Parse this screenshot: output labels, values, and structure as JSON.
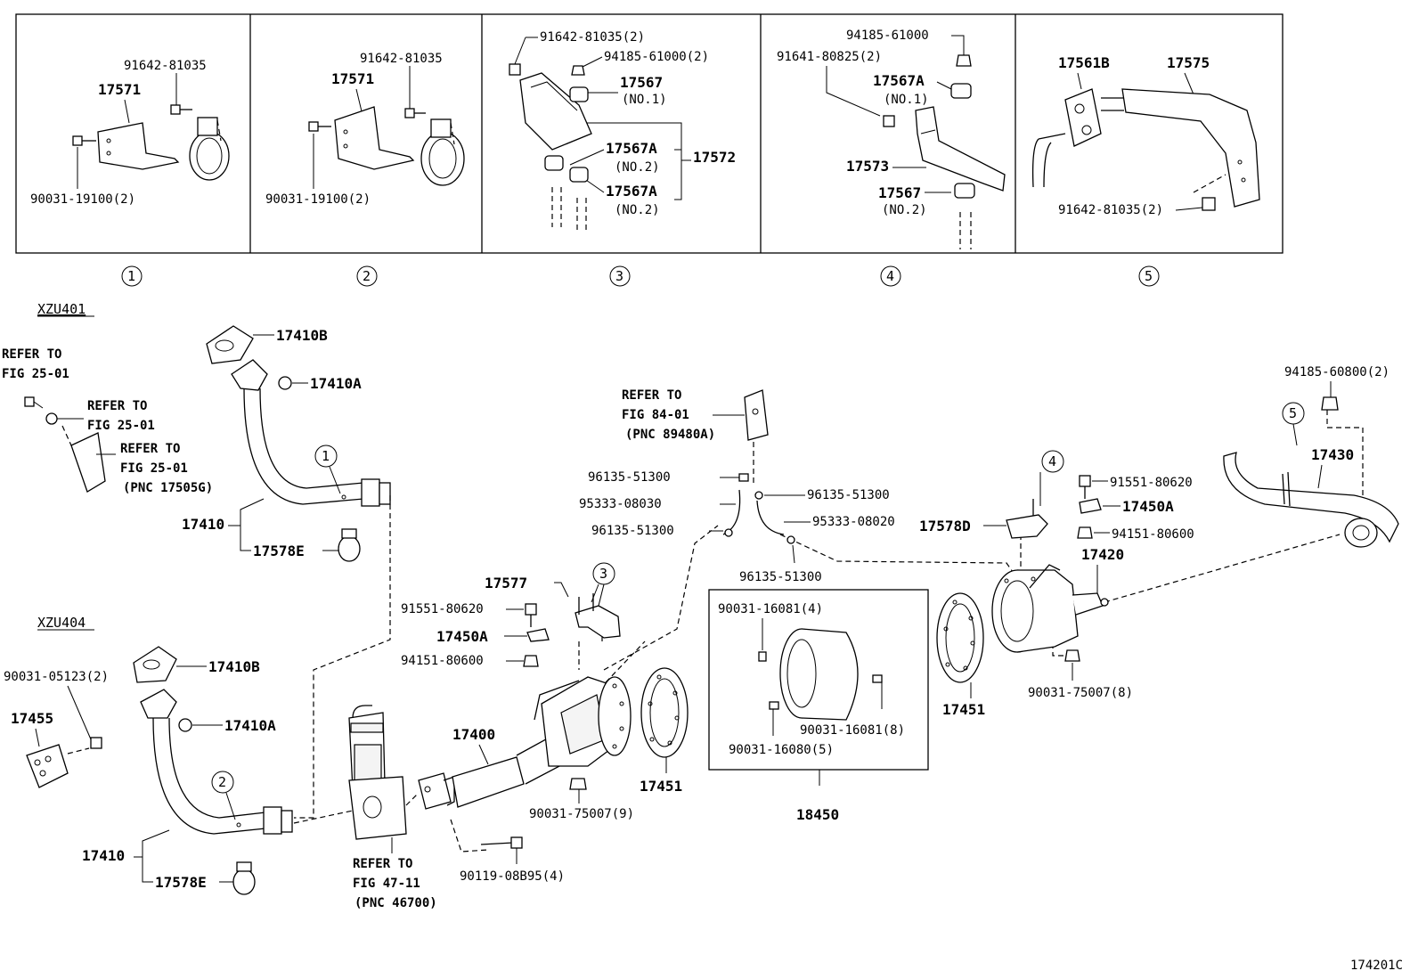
{
  "top_panels": [
    {
      "number": "1",
      "labels": [
        "91642-81035",
        "17571",
        "90031-19100(2)"
      ]
    },
    {
      "number": "2",
      "labels": [
        "91642-81035",
        "17571",
        "90031-19100(2)"
      ]
    },
    {
      "number": "3",
      "labels": [
        "91642-81035(2)",
        "94185-61000(2)",
        "17567",
        "(NO.1)",
        "17567A",
        "(NO.2)",
        "17572",
        "17567A",
        "(NO.2)"
      ]
    },
    {
      "number": "4",
      "labels": [
        "94185-61000",
        "91641-80825(2)",
        "17567A",
        "(NO.1)",
        "17573",
        "17567",
        "(NO.2)"
      ]
    },
    {
      "number": "5",
      "labels": [
        "17561B",
        "17575",
        "91642-81035(2)"
      ]
    }
  ],
  "variants": [
    "XZU401",
    "XZU404"
  ],
  "refer_notes": {
    "r1_l1": "REFER TO",
    "r1_l2": "FIG 25-01",
    "r2_l1": "REFER TO",
    "r2_l2": "FIG 25-01",
    "r3_l1": "REFER TO",
    "r3_l2": "FIG 25-01",
    "r3_l3": "(PNC 17505G)",
    "r4_l1": "REFER TO",
    "r4_l2": "FIG 84-01",
    "r4_l3": "(PNC 89480A)",
    "r5_l1": "REFER TO",
    "r5_l2": "FIG 47-11",
    "r5_l3": "(PNC 46700)"
  },
  "parts": {
    "p17410b_a": "17410B",
    "p17410a_a": "17410A",
    "p17410_a": "17410",
    "p17578e_a": "17578E",
    "p17410b_b": "17410B",
    "p17410a_b": "17410A",
    "p17410_b": "17410",
    "p17578e_b": "17578E",
    "p90031_05123": "90031-05123(2)",
    "p17455": "17455",
    "p17577": "17577",
    "p91551_l": "91551-80620",
    "p17450a_l": "17450A",
    "p94151_l": "94151-80600",
    "p17400": "17400",
    "p90031_75007_9": "90031-75007(9)",
    "p90119": "90119-08B95(4)",
    "p17451_l": "17451",
    "p96135_1": "96135-51300",
    "p95333_1": "95333-08030",
    "p96135_2": "96135-51300",
    "p96135_3": "96135-51300",
    "p95333_2": "95333-08020",
    "p96135_4": "96135-51300",
    "p90031_16081_4": "90031-16081(4)",
    "p90031_16081_8": "90031-16081(8)",
    "p90031_16080": "90031-16080(5)",
    "p18450": "18450",
    "p17451_r": "17451",
    "p17578d": "17578D",
    "p91551_r": "91551-80620",
    "p17450a_r": "17450A",
    "p94151_r": "94151-80600",
    "p17420": "17420",
    "p90031_75007_8": "90031-75007(8)",
    "p94185_60800": "94185-60800(2)",
    "p17430": "17430"
  },
  "callouts": {
    "c1": "1",
    "c2": "2",
    "c3": "3",
    "c4": "4",
    "c5": "5"
  },
  "figure_code": "174201C"
}
